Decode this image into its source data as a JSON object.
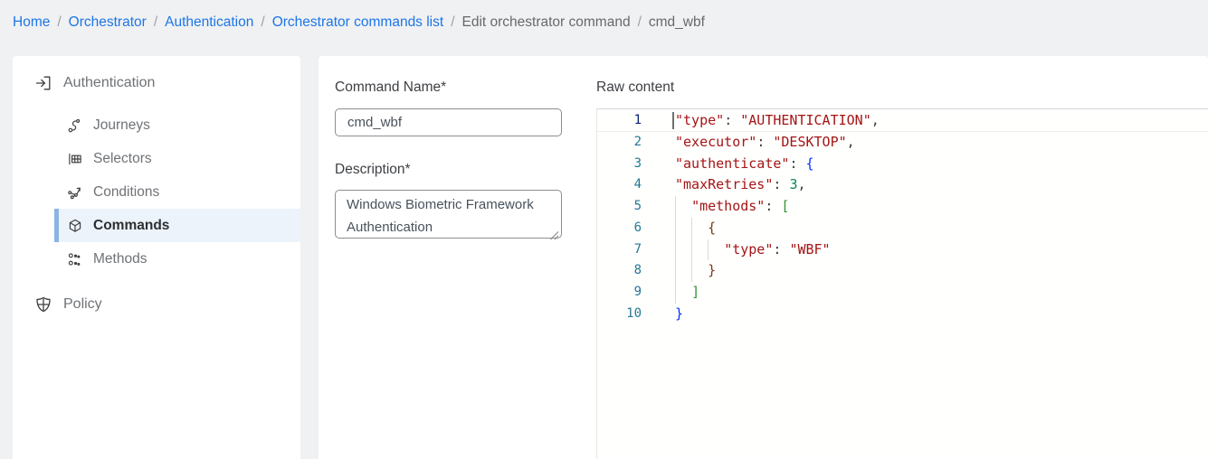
{
  "breadcrumb": {
    "items": [
      {
        "label": "Home",
        "link": true
      },
      {
        "label": "Orchestrator",
        "link": true
      },
      {
        "label": "Authentication",
        "link": true
      },
      {
        "label": "Orchestrator commands list",
        "link": true
      },
      {
        "label": "Edit orchestrator command",
        "link": false
      },
      {
        "label": "cmd_wbf",
        "link": false
      }
    ],
    "separator": "/"
  },
  "sidebar": {
    "section": {
      "label": "Authentication",
      "icon": "login-icon"
    },
    "items": [
      {
        "label": "Journeys",
        "icon": "route-icon",
        "active": false
      },
      {
        "label": "Selectors",
        "icon": "table-icon",
        "active": false
      },
      {
        "label": "Conditions",
        "icon": "branch-icon",
        "active": false
      },
      {
        "label": "Commands",
        "icon": "cube-icon",
        "active": true
      },
      {
        "label": "Methods",
        "icon": "dots-icon",
        "active": false
      }
    ],
    "policy": {
      "label": "Policy",
      "icon": "shield-icon"
    },
    "active_bg": "#ecf3fb",
    "active_bar": "#8ab4e2"
  },
  "form": {
    "command_name": {
      "label": "Command Name*",
      "value": "cmd_wbf"
    },
    "description": {
      "label": "Description*",
      "value": "Windows Biometric Framework Authentication"
    }
  },
  "editor": {
    "label": "Raw content",
    "token_colors": {
      "str": "#a31515",
      "pun": "#3b3b3b",
      "num": "#098658",
      "b1": "#0431fa",
      "b2": "#319331",
      "b3": "#7b3814"
    },
    "line_number_color": "#237893",
    "active_line_number_color": "#0b216f",
    "lines": [
      {
        "num": 1,
        "active": true,
        "guides": 0,
        "tokens": [
          {
            "t": "\"type\"",
            "c": "str"
          },
          {
            "t": ": ",
            "c": "pun"
          },
          {
            "t": "\"AUTHENTICATION\"",
            "c": "str"
          },
          {
            "t": ",",
            "c": "pun"
          }
        ]
      },
      {
        "num": 2,
        "active": false,
        "guides": 0,
        "tokens": [
          {
            "t": "\"executor\"",
            "c": "str"
          },
          {
            "t": ": ",
            "c": "pun"
          },
          {
            "t": "\"DESKTOP\"",
            "c": "str"
          },
          {
            "t": ",",
            "c": "pun"
          }
        ]
      },
      {
        "num": 3,
        "active": false,
        "guides": 0,
        "tokens": [
          {
            "t": "\"authenticate\"",
            "c": "str"
          },
          {
            "t": ": ",
            "c": "pun"
          },
          {
            "t": "{",
            "c": "b1"
          }
        ]
      },
      {
        "num": 4,
        "active": false,
        "guides": 0,
        "tokens": [
          {
            "t": "\"maxRetries\"",
            "c": "str"
          },
          {
            "t": ": ",
            "c": "pun"
          },
          {
            "t": "3",
            "c": "num"
          },
          {
            "t": ",",
            "c": "pun"
          }
        ]
      },
      {
        "num": 5,
        "active": false,
        "guides": 1,
        "tokens": [
          {
            "t": "  ",
            "c": "pun"
          },
          {
            "t": "\"methods\"",
            "c": "str"
          },
          {
            "t": ": ",
            "c": "pun"
          },
          {
            "t": "[",
            "c": "b2"
          }
        ]
      },
      {
        "num": 6,
        "active": false,
        "guides": 2,
        "tokens": [
          {
            "t": "    ",
            "c": "pun"
          },
          {
            "t": "{",
            "c": "b3"
          }
        ]
      },
      {
        "num": 7,
        "active": false,
        "guides": 3,
        "tokens": [
          {
            "t": "      ",
            "c": "pun"
          },
          {
            "t": "\"type\"",
            "c": "str"
          },
          {
            "t": ": ",
            "c": "pun"
          },
          {
            "t": "\"WBF\"",
            "c": "str"
          }
        ]
      },
      {
        "num": 8,
        "active": false,
        "guides": 2,
        "tokens": [
          {
            "t": "    ",
            "c": "pun"
          },
          {
            "t": "}",
            "c": "b3"
          }
        ]
      },
      {
        "num": 9,
        "active": false,
        "guides": 1,
        "tokens": [
          {
            "t": "  ",
            "c": "pun"
          },
          {
            "t": "]",
            "c": "b2"
          }
        ]
      },
      {
        "num": 10,
        "active": false,
        "guides": 0,
        "tokens": [
          {
            "t": "}",
            "c": "b1"
          }
        ]
      }
    ]
  },
  "colors": {
    "breadcrumb_link": "#1c76e8",
    "breadcrumb_text": "#66696d",
    "page_background": "#f0f1f2"
  }
}
